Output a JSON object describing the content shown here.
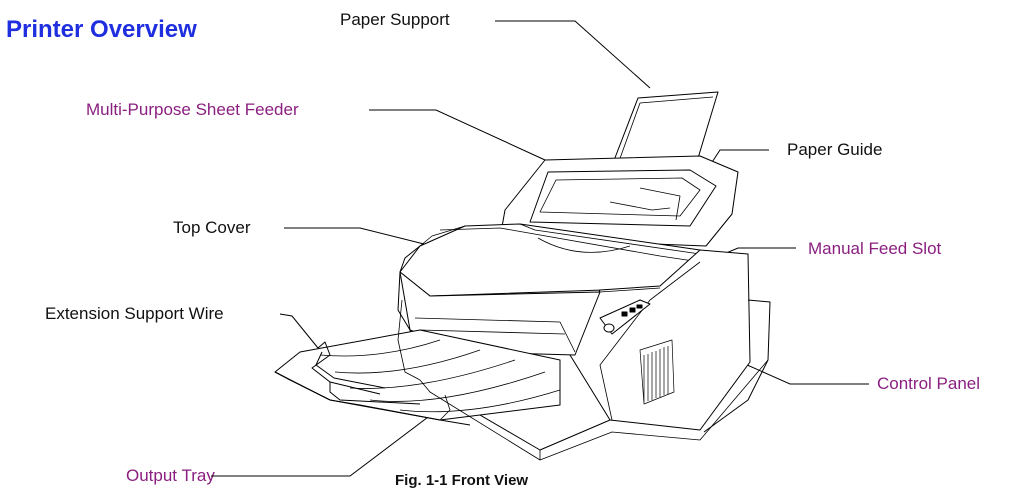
{
  "title": "Printer Overview",
  "labels": {
    "paper_support": "Paper Support",
    "multi_purpose_sheet_feeder": "Multi-Purpose Sheet Feeder",
    "paper_guide": "Paper Guide",
    "top_cover": "Top Cover",
    "manual_feed_slot": "Manual Feed Slot",
    "extension_support_wire": "Extension Support Wire",
    "control_panel": "Control Panel",
    "output_tray": "Output Tray"
  },
  "caption": "Fig. 1-1 Front View",
  "colors": {
    "title": "#1f2fe0",
    "label_black": "#111111",
    "label_purple": "#8a1f7f",
    "line_art": "#000000"
  }
}
